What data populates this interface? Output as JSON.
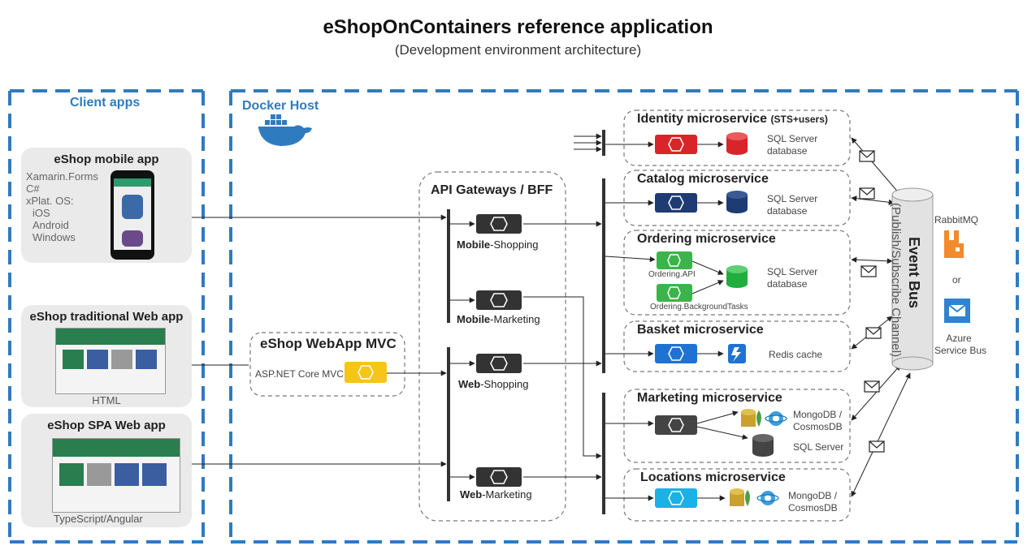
{
  "title": "eShopOnContainers reference application",
  "subtitle": "(Development environment architecture)",
  "client_apps": {
    "heading": "Client apps",
    "mobile": {
      "title": "eShop mobile app",
      "tech": [
        "Xamarin.Forms",
        "C#",
        "xPlat. OS:",
        "iOS",
        "Android",
        "Windows"
      ]
    },
    "traditional": {
      "title": "eShop traditional Web app",
      "caption": "HTML"
    },
    "spa": {
      "title": "eShop SPA Web app",
      "caption": "TypeScript/Angular"
    }
  },
  "docker_host": {
    "heading": "Docker Host",
    "webapp_mvc": {
      "title": "eShop WebApp MVC",
      "tech": "ASP.NET Core MVC"
    },
    "api_gateways": {
      "title": "API Gateways / BFF",
      "gateways": [
        {
          "bold": "Mobile",
          "rest": "-Shopping"
        },
        {
          "bold": "Mobile",
          "rest": "-Marketing"
        },
        {
          "bold": "Web",
          "rest": "-Shopping"
        },
        {
          "bold": "Web",
          "rest": "-Marketing"
        }
      ]
    },
    "microservices": {
      "identity": {
        "title": "Identity microservice",
        "suffix": "(STS+users)",
        "db": [
          "SQL Server",
          "database"
        ]
      },
      "catalog": {
        "title": "Catalog microservice",
        "db": [
          "SQL Server",
          "database"
        ]
      },
      "ordering": {
        "title": "Ordering microservice",
        "db": [
          "SQL Server",
          "database"
        ],
        "api": "Ordering.API",
        "bg": "Ordering.BackgroundTasks"
      },
      "basket": {
        "title": "Basket microservice",
        "db": "Redis cache"
      },
      "marketing": {
        "title": "Marketing microservice",
        "db1": [
          "MongoDB /",
          "CosmosDB"
        ],
        "db2": "SQL Server"
      },
      "locations": {
        "title": "Locations microservice",
        "db": [
          "MongoDB /",
          "CosmosDB"
        ]
      }
    },
    "event_bus": {
      "title": "Event Bus",
      "subtitle": "(Publish/Subscribe Channel)",
      "rabbitmq": "RabbitMQ",
      "or": "or",
      "azure": [
        "Azure",
        "Service Bus"
      ]
    }
  },
  "colors": {
    "dashed_border": "#2f7bbf",
    "identity": "#d9252a",
    "catalog": "#1f3b73",
    "ordering": "#3cb44b",
    "basket": "#1e73d2",
    "marketing": "#444444",
    "locations": "#1ab1e6",
    "mvc": "#f5c518",
    "rabbitmq": "#f28a2e",
    "azure_sb": "#2f83d0"
  }
}
